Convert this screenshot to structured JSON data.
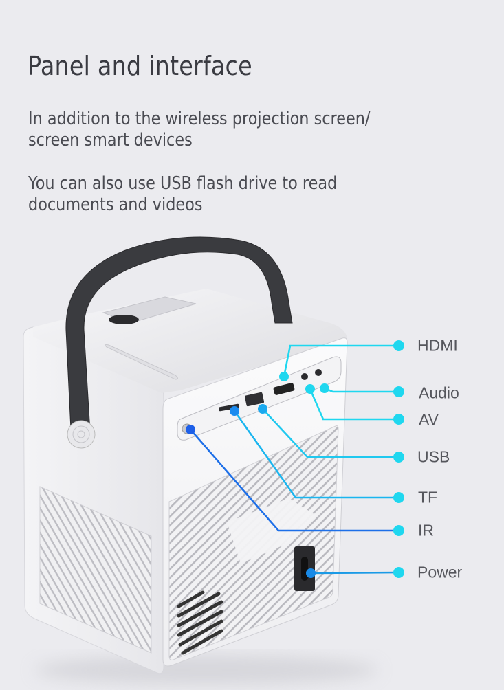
{
  "header": {
    "title": "Panel and interface",
    "paragraph_1": [
      "In addition to the wireless projection screen/",
      "screen smart devices"
    ],
    "paragraph_2": [
      "You can also use USB flash drive to read",
      "documents and videos"
    ]
  },
  "product": {
    "name": "projector-with-handle",
    "accent_color": "#1fd7ef",
    "ir_color": "#1d6fe8"
  },
  "ports": [
    {
      "label": "HDMI"
    },
    {
      "label": "Audio"
    },
    {
      "label": "AV"
    },
    {
      "label": "USB"
    },
    {
      "label": "TF"
    },
    {
      "label": "IR"
    },
    {
      "label": "Power"
    }
  ]
}
